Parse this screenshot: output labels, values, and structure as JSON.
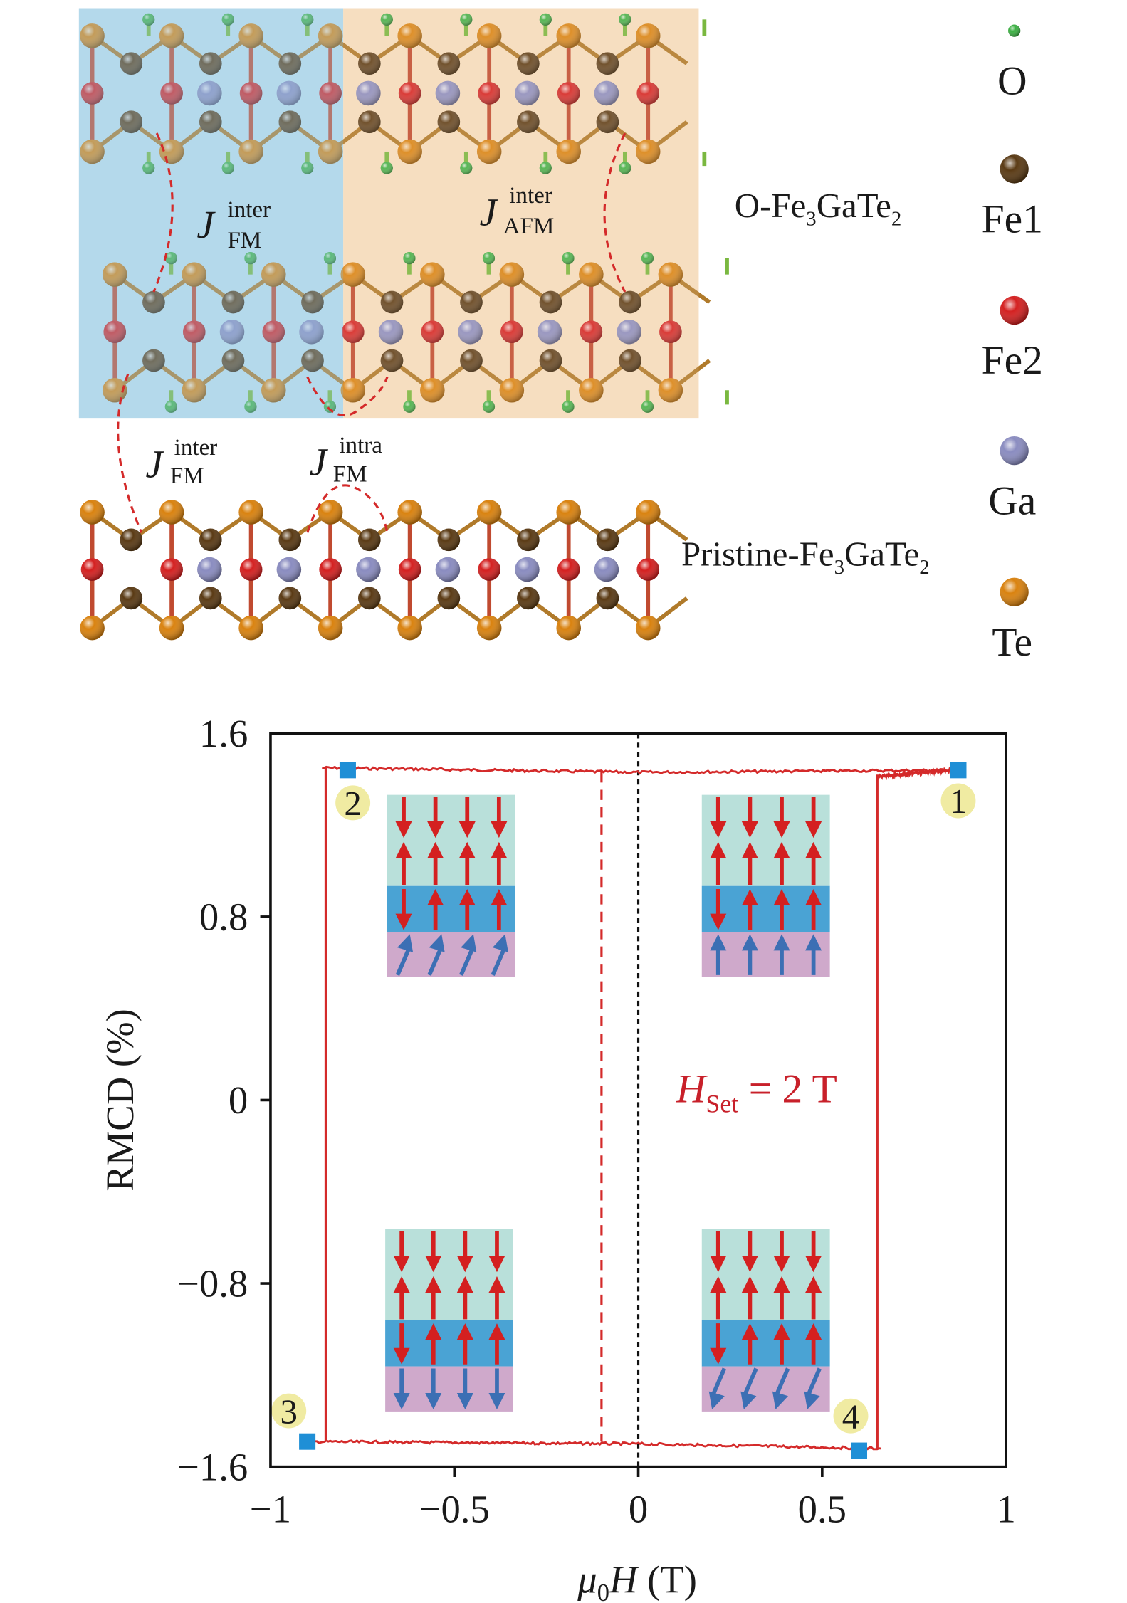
{
  "structure": {
    "labels": {
      "o_fe3gate2": {
        "pre": "O-Fe",
        "sub1": "3",
        "mid": "GaTe",
        "sub2": "2"
      },
      "pristine": {
        "pre": "Pristine-Fe",
        "sub1": "3",
        "mid": "GaTe",
        "sub2": "2"
      }
    },
    "couplings": [
      {
        "main": "J",
        "sup": "inter",
        "sub": "FM"
      },
      {
        "main": "J",
        "sup": "inter",
        "sub": "AFM"
      },
      {
        "main": "J",
        "sup": "inter",
        "sub": "FM"
      },
      {
        "main": "J",
        "sup": "intra",
        "sub": "FM"
      }
    ],
    "legend": [
      {
        "label": "O",
        "color": "#3cb043"
      },
      {
        "label": "Fe1",
        "color": "#5a3a14"
      },
      {
        "label": "Fe2",
        "color": "#d42020"
      },
      {
        "label": "Ga",
        "color": "#8a8cc0"
      },
      {
        "label": "Te",
        "color": "#d9820f"
      }
    ],
    "region_colors": {
      "fm": "#c2e0ee",
      "afm": "#f6dfc0"
    }
  },
  "chart_data": {
    "type": "line",
    "xlabel": {
      "mu": "μ",
      "sub": "0",
      "rest": "H (T)"
    },
    "ylabel": "RMCD (%)",
    "xlim": [
      -1,
      1
    ],
    "ylim": [
      -1.6,
      1.6
    ],
    "xticks": [
      "−1",
      "−0.5",
      "0",
      "0.5",
      "1"
    ],
    "xtick_values": [
      -1,
      -0.5,
      0,
      0.5,
      1
    ],
    "yticks": [
      "1.6",
      "0.8",
      "0",
      "−0.8",
      "−1.6"
    ],
    "ytick_values": [
      1.6,
      0.8,
      0,
      -0.8,
      -1.6
    ],
    "series": [
      {
        "name": "upper branch",
        "x": [
          -0.86,
          0.0,
          0.88
        ],
        "y": [
          1.45,
          1.43,
          1.44
        ]
      },
      {
        "name": "lower branch",
        "x": [
          -0.9,
          0.0,
          0.66
        ],
        "y": [
          -1.49,
          -1.5,
          -1.52
        ]
      },
      {
        "name": "switch left",
        "x": [
          -0.85,
          -0.85
        ],
        "y": [
          -1.49,
          1.45
        ]
      },
      {
        "name": "switch right",
        "x": [
          0.65,
          0.65
        ],
        "y": [
          -1.52,
          1.42
        ]
      }
    ],
    "line_color": "#d42a2a",
    "reference_lines": [
      {
        "x": 0,
        "style": "dashed",
        "color": "#111111"
      },
      {
        "x": -0.1,
        "style": "dashed",
        "color": "#d42a2a"
      }
    ],
    "annotation": {
      "H": "H",
      "sub": "Set",
      "rest": " = 2 T"
    },
    "points": [
      {
        "label": "1",
        "x": 0.87,
        "y": 1.44
      },
      {
        "label": "2",
        "x": -0.79,
        "y": 1.44
      },
      {
        "label": "3",
        "x": -0.9,
        "y": -1.49
      },
      {
        "label": "4",
        "x": 0.6,
        "y": -1.53
      }
    ],
    "marker_color": "#1f8fd6",
    "insets": [
      {
        "pos": "top-left",
        "bottom_dir": "up-right"
      },
      {
        "pos": "top-right",
        "bottom_dir": "up"
      },
      {
        "pos": "bottom-left",
        "bottom_dir": "down"
      },
      {
        "pos": "bottom-right",
        "bottom_dir": "down-left"
      }
    ]
  }
}
